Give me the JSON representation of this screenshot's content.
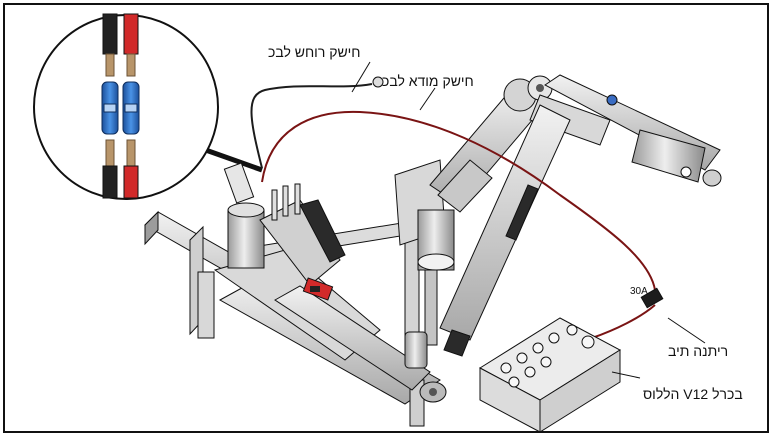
{
  "labels": {
    "red_wire": "חישק רוחש לבכ",
    "dark_red_wire": "חישק מודא לבכ",
    "fuse_rating": "30A",
    "fuse": "ריתנה תיב",
    "battery": "בכרל V12 הללוס"
  },
  "colors": {
    "outline": "#111111",
    "metal_light": "#e6e6e6",
    "metal_mid": "#bdbdbd",
    "metal_dark": "#8c8c8c",
    "wire_black": "#1c1c1c",
    "wire_red": "#7a1414",
    "connector_red": "#d12a2a",
    "butt_blue": "#2a6fc9",
    "brass": "#b8956a"
  }
}
